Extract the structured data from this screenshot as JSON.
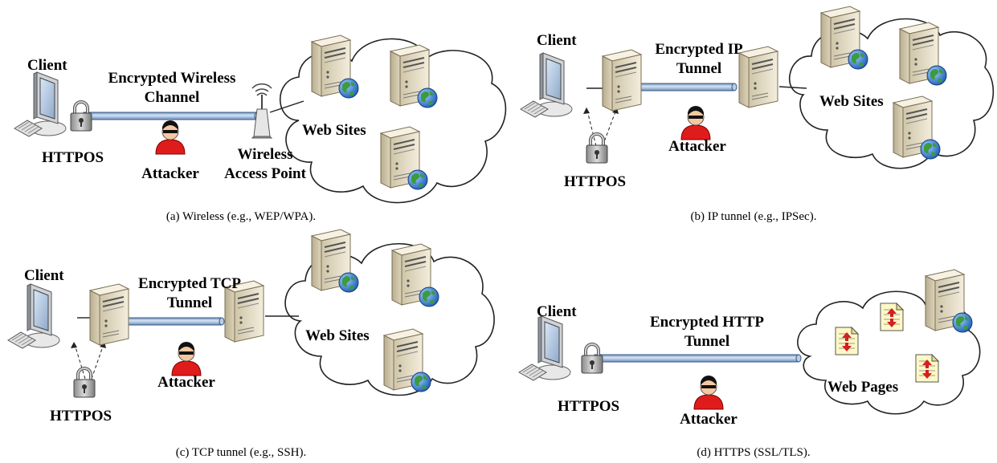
{
  "panels": {
    "a": {
      "client": "Client",
      "channel_line1": "Encrypted Wireless",
      "channel_line2": "Channel",
      "httpos": "HTTPOS",
      "attacker": "Attacker",
      "ap_line1": "Wireless",
      "ap_line2": "Access Point",
      "cloud": "Web Sites",
      "caption": "(a)  Wireless (e.g., WEP/WPA)."
    },
    "b": {
      "client": "Client",
      "channel_line1": "Encrypted IP",
      "channel_line2": "Tunnel",
      "httpos": "HTTPOS",
      "attacker": "Attacker",
      "cloud": "Web Sites",
      "caption": "(b)  IP tunnel (e.g., IPSec)."
    },
    "c": {
      "client": "Client",
      "channel_line1": "Encrypted TCP",
      "channel_line2": "Tunnel",
      "httpos": "HTTPOS",
      "attacker": "Attacker",
      "cloud": "Web Sites",
      "caption": "(c)  TCP tunnel (e.g., SSH)."
    },
    "d": {
      "client": "Client",
      "channel_line1": "Encrypted HTTP",
      "channel_line2": "Tunnel",
      "httpos": "HTTPOS",
      "attacker": "Attacker",
      "cloud": "Web Pages",
      "caption": "(d)  HTTPS (SSL/TLS)."
    }
  },
  "icons": {
    "client": "desktop-computer-icon",
    "lock": "padlock-icon",
    "attacker": "attacker-person-icon",
    "server": "web-server-icon",
    "proxy": "tunnel-server-icon",
    "ap": "wireless-access-point-icon",
    "page": "web-page-icon",
    "cloud": "internet-cloud"
  },
  "colors": {
    "tunnel": "#9fb9d9",
    "attacker": "#e01b1b",
    "server": "#e9e1cc",
    "globe": "#3d7bd6"
  }
}
